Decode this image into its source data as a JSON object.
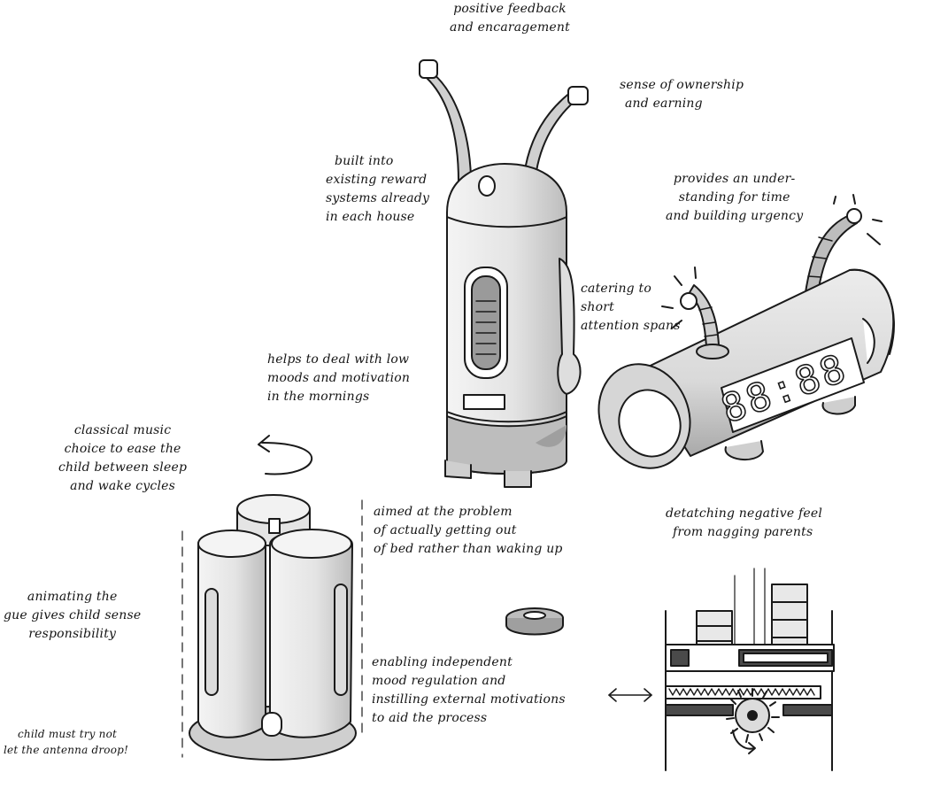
{
  "annotations": {
    "positive_feedback": [
      "positive feedback",
      "and encaragement"
    ],
    "ownership": [
      "sense of ownership",
      "and earning"
    ],
    "reward_systems": [
      "built into",
      "existing reward",
      "systems already",
      "in each house"
    ],
    "time_understanding": [
      "provides an under-",
      "standing for time",
      "and building urgency"
    ],
    "attention_spans": [
      "catering to",
      "short",
      "attention spans"
    ],
    "low_moods": [
      "helps to deal with low",
      "moods and motivation",
      "in the mornings"
    ],
    "classical_music": [
      "classical music",
      "choice to ease the",
      "child between sleep",
      "and wake cycles"
    ],
    "getting_out_of_bed": [
      "aimed at the problem",
      "of actually getting out",
      "of bed rather than waking up"
    ],
    "nagging_parents": [
      "detatching negative feel",
      "from nagging parents"
    ],
    "animating": [
      "animating the",
      "gue gives child sense",
      "responsibility"
    ],
    "mood_regulation": [
      "enabling independent",
      "mood regulation and",
      "instilling external motivations",
      "to aid the process"
    ],
    "antenna_droop": [
      "child must try not",
      "let the antenna droop!"
    ]
  },
  "clock_display": "88:88",
  "colors": {
    "ink": "#1a1a1a",
    "light_gray": "#e6e6e6",
    "mid_gray": "#c4c4c4",
    "dark_gray": "#8c8c8c"
  }
}
